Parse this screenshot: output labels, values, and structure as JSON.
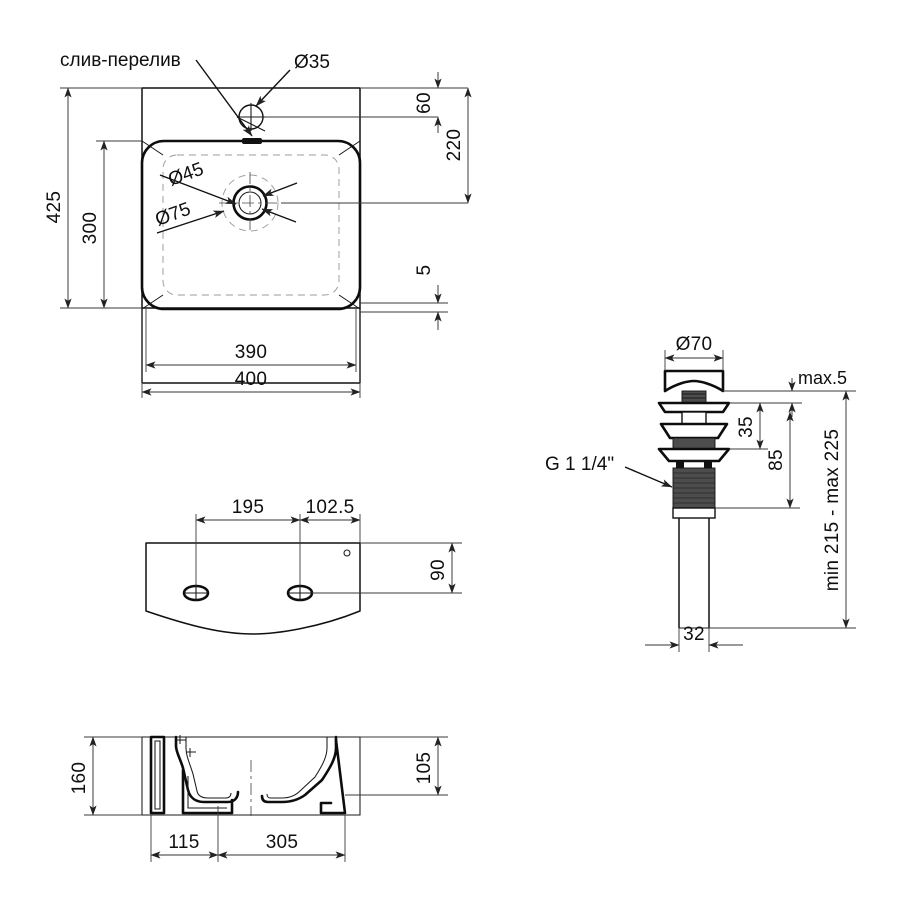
{
  "drawing": {
    "title": "Washbasin technical drawing",
    "line_color": "#111111",
    "dim_color": "#333333",
    "hidden_color": "#9b9b9b",
    "background": "#ffffff"
  },
  "views": {
    "top_view": {
      "name": "top-view",
      "labels": {
        "overflow": "слив-перелив",
        "overflow_hole_dia": "Ø35",
        "drain_inner_dia": "Ø45",
        "drain_outer_dia": "Ø75"
      },
      "dimensions": {
        "total_depth": "425",
        "bowl_depth": "300",
        "hole_from_back": "60",
        "hole_band": "220",
        "rim_thickness": "5",
        "bowl_width": "390",
        "total_width": "400"
      }
    },
    "front_view": {
      "name": "front-view",
      "dimensions": {
        "left_span": "195",
        "right_span": "102.5",
        "height": "90"
      }
    },
    "section_view": {
      "name": "section-view",
      "dimensions": {
        "total_height": "160",
        "bowl_height": "105",
        "left_span": "115",
        "bowl_span": "305"
      }
    },
    "drain_valve": {
      "name": "drain-valve-view",
      "labels": {
        "cap_dia": "Ø70",
        "thread": "G 1 1/4\"",
        "max_thickness": "max.5"
      },
      "dimensions": {
        "cap_to_flange": "35",
        "body_height": "85",
        "total_range": "min 215 - max 225",
        "tube_dia": "32"
      }
    }
  }
}
